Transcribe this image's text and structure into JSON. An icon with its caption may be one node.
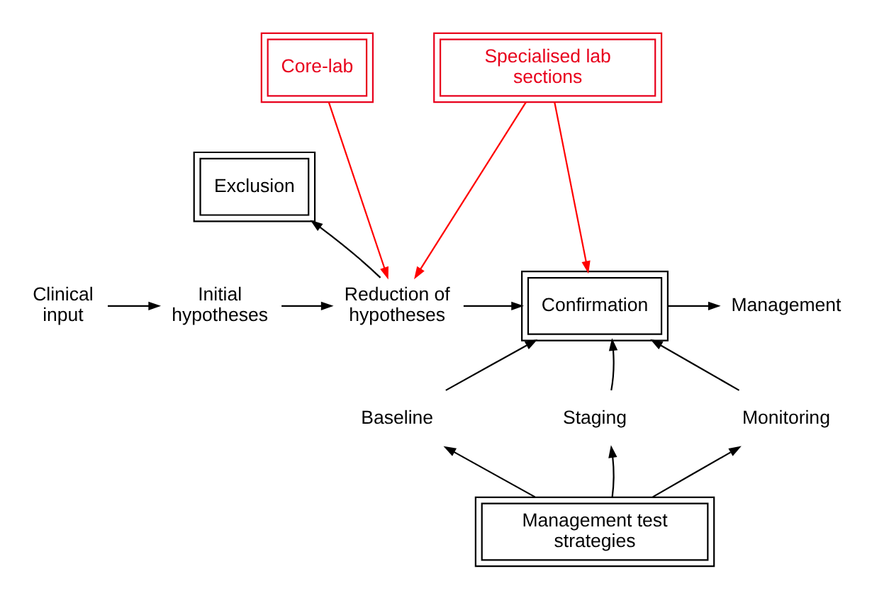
{
  "diagram": {
    "nodes": [
      {
        "text": [
          "Core-lab"
        ]
      },
      {
        "text": [
          "Specialised lab sections"
        ]
      },
      {
        "text": [
          "Exclusion"
        ]
      },
      {
        "text": [
          "Clinical input"
        ]
      },
      {
        "text": [
          "Initial hypotheses"
        ]
      },
      {
        "text": [
          "Reduction of hypotheses"
        ]
      },
      {
        "text": [
          "Confirmation"
        ]
      },
      {
        "text": [
          "Management"
        ]
      },
      {
        "text": [
          "Baseline"
        ]
      },
      {
        "text": [
          "Staging"
        ]
      },
      {
        "text": [
          "Monitoring"
        ]
      },
      {
        "text": [
          "Management test strategies"
        ]
      }
    ],
    "edges": [
      {
        "from": 3,
        "to": 4,
        "arrow": "to"
      },
      {
        "from": 4,
        "to": 5,
        "arrow": "to"
      },
      {
        "from": 5,
        "to": 2,
        "arrow": "to"
      },
      {
        "from": 5,
        "to": 6,
        "arrow": "to"
      },
      {
        "from": 6,
        "to": 7,
        "arrow": "to"
      },
      {
        "from": 0,
        "to": 5,
        "arrow": "to",
        "color": "#ff0000"
      },
      {
        "from": 1,
        "to": 5,
        "arrow": "to",
        "color": "#ff0000"
      },
      {
        "from": 1,
        "to": 6,
        "arrow": "to",
        "color": "#ff0000"
      },
      {
        "from": 8,
        "to": 6,
        "arrow": "to"
      },
      {
        "from": 9,
        "to": 6,
        "arrow": "to"
      },
      {
        "from": 10,
        "to": 6,
        "arrow": "to"
      },
      {
        "from": 11,
        "to": 8,
        "arrow": "to"
      },
      {
        "from": 11,
        "to": 9,
        "arrow": "to"
      },
      {
        "from": 11,
        "to": 10,
        "arrow": "to"
      }
    ]
  }
}
